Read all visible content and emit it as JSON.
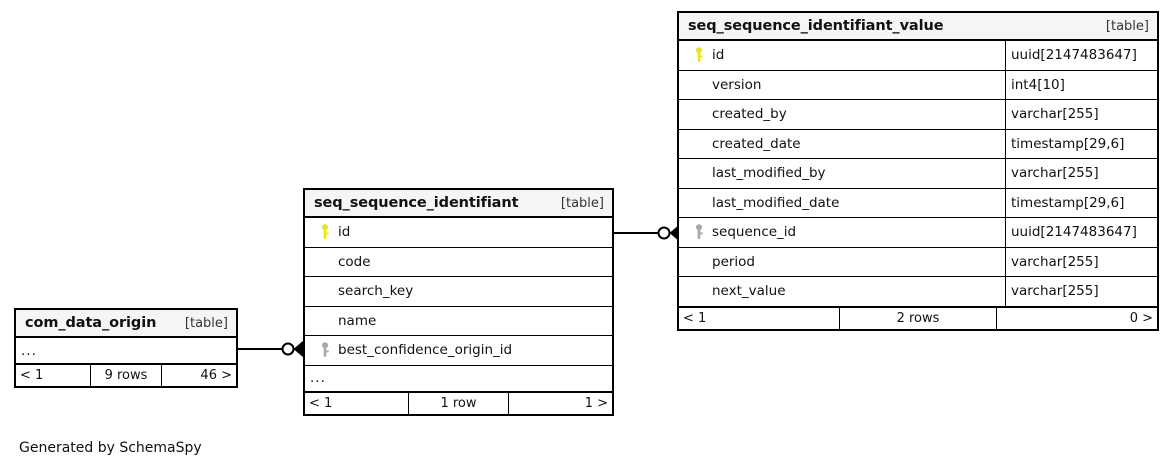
{
  "diagram": {
    "credit": "Generated by SchemaSpy",
    "kind_label": "[table]",
    "ellipsis": "...",
    "colors": {
      "primary_key": "#e8e80d",
      "foreign_key": "#a8a8a8",
      "border": "#000000",
      "header_background": "#f5f5f5",
      "page_background": "#ffffff"
    }
  },
  "tables": [
    {
      "id": "com_data_origin",
      "name": "com_data_origin",
      "kind": "[table]",
      "has_ellipsis_row": true,
      "columns": [],
      "footer": {
        "prev": "< 1",
        "count": "9 rows",
        "next": "46 >"
      }
    },
    {
      "id": "seq_sequence_identifiant",
      "name": "seq_sequence_identifiant",
      "kind": "[table]",
      "has_ellipsis_row": true,
      "columns": [
        {
          "key": "primary",
          "name": "id",
          "type": ""
        },
        {
          "key": "none",
          "name": "code",
          "type": ""
        },
        {
          "key": "none",
          "name": "search_key",
          "type": ""
        },
        {
          "key": "none",
          "name": "name",
          "type": ""
        },
        {
          "key": "foreign",
          "name": "best_confidence_origin_id",
          "type": ""
        }
      ],
      "footer": {
        "prev": "< 1",
        "count": "1 row",
        "next": "1 >"
      }
    },
    {
      "id": "seq_sequence_identifiant_value",
      "name": "seq_sequence_identifiant_value",
      "kind": "[table]",
      "has_ellipsis_row": false,
      "columns": [
        {
          "key": "primary",
          "name": "id",
          "type": "uuid[2147483647]"
        },
        {
          "key": "none",
          "name": "version",
          "type": "int4[10]"
        },
        {
          "key": "none",
          "name": "created_by",
          "type": "varchar[255]"
        },
        {
          "key": "none",
          "name": "created_date",
          "type": "timestamp[29,6]"
        },
        {
          "key": "none",
          "name": "last_modified_by",
          "type": "varchar[255]"
        },
        {
          "key": "none",
          "name": "last_modified_date",
          "type": "timestamp[29,6]"
        },
        {
          "key": "foreign",
          "name": "sequence_id",
          "type": "uuid[2147483647]"
        },
        {
          "key": "none",
          "name": "period",
          "type": "varchar[255]"
        },
        {
          "key": "none",
          "name": "next_value",
          "type": "varchar[255]"
        }
      ],
      "footer": {
        "prev": "< 1",
        "count": "2 rows",
        "next": "0 >"
      }
    }
  ],
  "relationships": [
    {
      "id": "rel-origin-to-identifiant",
      "from": "com_data_origin",
      "to": "seq_sequence_identifiant",
      "to_column": "best_confidence_origin_id"
    },
    {
      "id": "rel-identifiant-to-value",
      "from": "seq_sequence_identifiant",
      "to": "seq_sequence_identifiant_value",
      "to_column": "sequence_id"
    }
  ]
}
